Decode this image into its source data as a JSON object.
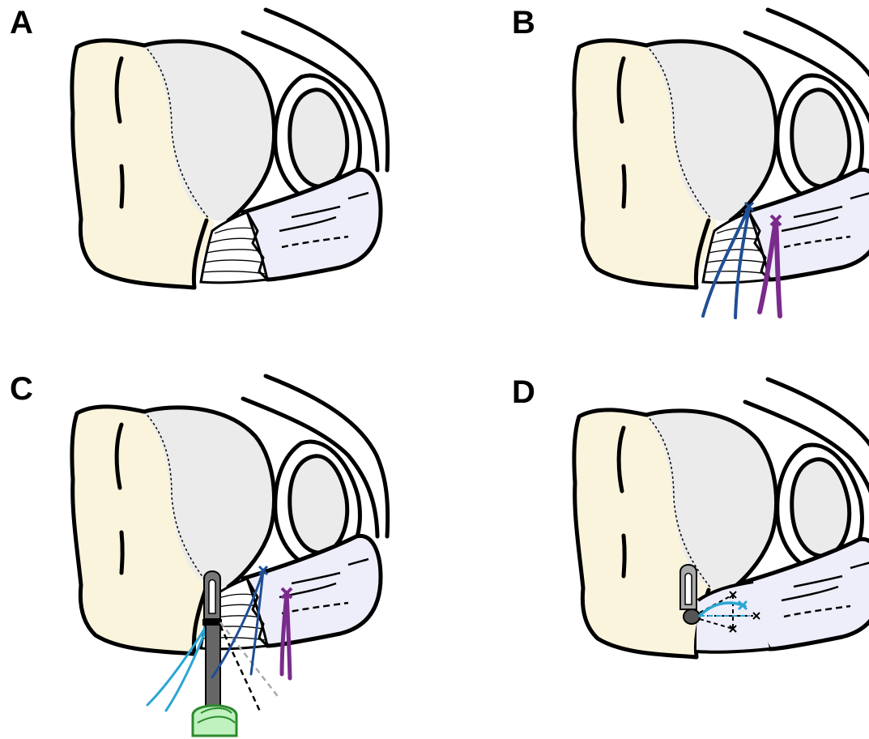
{
  "figure": {
    "panels": [
      {
        "id": "a",
        "letter": "A"
      },
      {
        "id": "b",
        "letter": "B"
      },
      {
        "id": "c",
        "letter": "C"
      },
      {
        "id": "d",
        "letter": "D"
      }
    ]
  },
  "colors": {
    "bone": "#fbf4dc",
    "cartilage": "#ebebeb",
    "tendon": "#eeeefb",
    "outline": "#000000",
    "suture_dark_blue": "#1f4f96",
    "suture_purple": "#7a2b8c",
    "suture_light_blue": "#2aa6d3",
    "instrument": "#666666",
    "handle_green": "#bff2bf"
  },
  "icons": {
    "suture_mark": "x-mark",
    "anchor": "suture-anchor-icon"
  }
}
